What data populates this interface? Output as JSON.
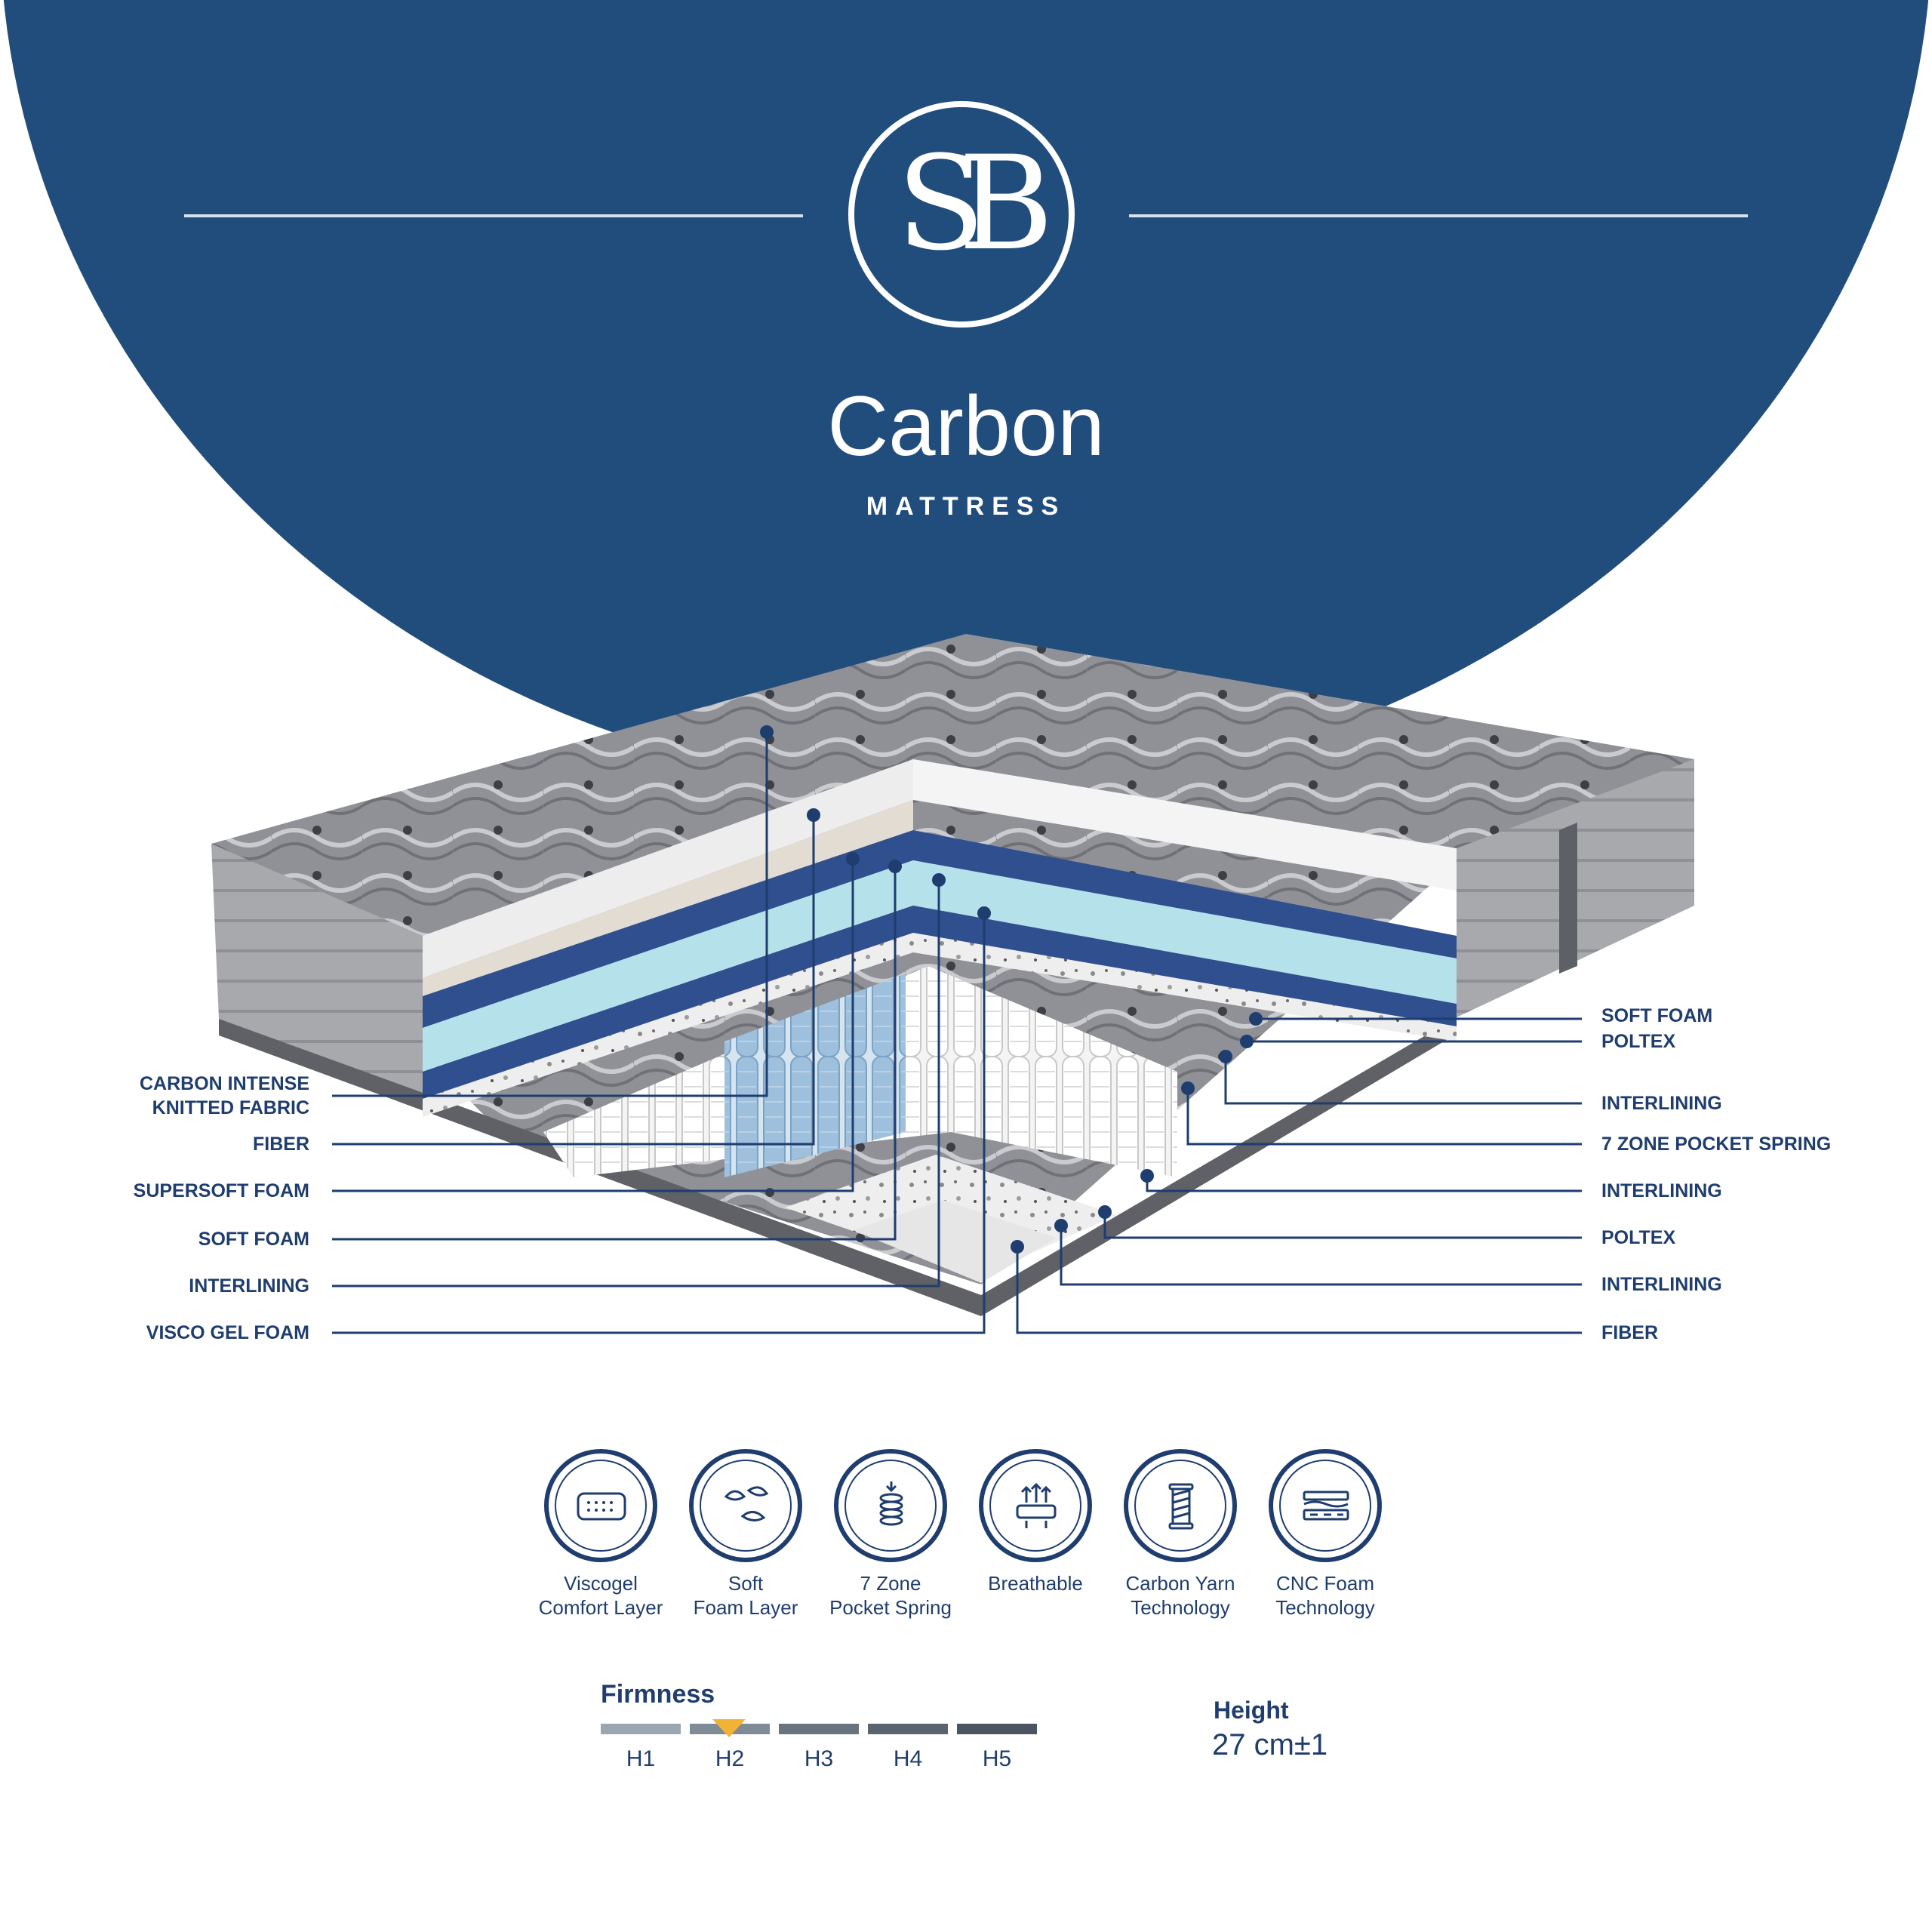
{
  "brand": {
    "monogram": "SB",
    "name": "Carbon",
    "subtitle": "MATTRESS"
  },
  "layers_left": [
    {
      "label": "CARBON INTENSE\nKNITTED FABRIC"
    },
    {
      "label": "FIBER"
    },
    {
      "label": "SUPERSOFT FOAM"
    },
    {
      "label": "SOFT FOAM"
    },
    {
      "label": "INTERLINING"
    },
    {
      "label": "VISCO GEL FOAM"
    }
  ],
  "layers_right": [
    {
      "label": "SOFT FOAM"
    },
    {
      "label": "POLTEX"
    },
    {
      "label": "INTERLINING"
    },
    {
      "label": "7 ZONE POCKET SPRING"
    },
    {
      "label": "INTERLINING"
    },
    {
      "label": "POLTEX"
    },
    {
      "label": "INTERLINING"
    },
    {
      "label": "FIBER"
    }
  ],
  "features": [
    {
      "label": "Viscogel\nComfort Layer",
      "icon": "viscogel-icon"
    },
    {
      "label": "Soft\nFoam Layer",
      "icon": "feather-icon"
    },
    {
      "label": "7 Zone\nPocket Spring",
      "icon": "spring-icon"
    },
    {
      "label": "Breathable",
      "icon": "airflow-icon"
    },
    {
      "label": "Carbon Yarn\nTechnology",
      "icon": "yarn-spool-icon"
    },
    {
      "label": "CNC Foam\nTechnology",
      "icon": "foam-layers-icon"
    }
  ],
  "firmness": {
    "title": "Firmness",
    "levels": [
      "H1",
      "H2",
      "H3",
      "H4",
      "H5"
    ],
    "selected": "H2",
    "colors": [
      "#9aa6b0",
      "#7f8b95",
      "#69747e",
      "#59646e",
      "#4a5560"
    ]
  },
  "height": {
    "title": "Height",
    "value": "27 cm±1"
  },
  "colors": {
    "brand_blue": "#214d7c",
    "label_navy": "#1f3d6e",
    "firmness_marker": "#f2b236"
  }
}
